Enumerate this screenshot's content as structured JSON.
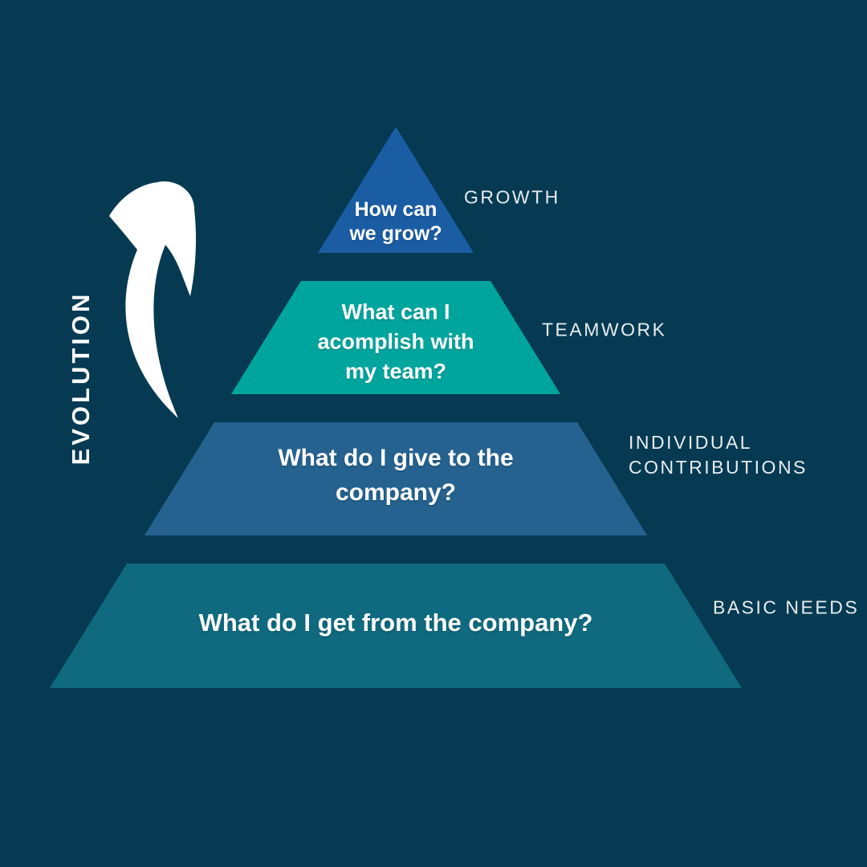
{
  "canvas": {
    "background": "#053A52"
  },
  "evolution_label": "EVOLUTION",
  "arrow": {
    "icon": "curved-up-arrow",
    "color": "#FFFFFF"
  },
  "text_colors": {
    "question": "#FFFFFF",
    "label": "#E8EDF0"
  },
  "levels": [
    {
      "name": "growth",
      "color": "#1B5DA3",
      "question_lines": [
        "How can",
        "we grow?"
      ],
      "label_lines": [
        "GROWTH"
      ]
    },
    {
      "name": "teamwork",
      "color": "#00A69E",
      "question_lines": [
        "What can I",
        "acomplish with",
        "my team?"
      ],
      "label_lines": [
        "TEAMWORK"
      ]
    },
    {
      "name": "individual-contributions",
      "color": "#25628F",
      "question_lines": [
        "What do I give to the",
        "company?"
      ],
      "label_lines": [
        "INDIVIDUAL",
        "CONTRIBUTIONS"
      ]
    },
    {
      "name": "basic-needs",
      "color": "#0F6A7F",
      "question_lines": [
        "What do I get from the company?"
      ],
      "label_lines": [
        "BASIC NEEDS"
      ]
    }
  ]
}
